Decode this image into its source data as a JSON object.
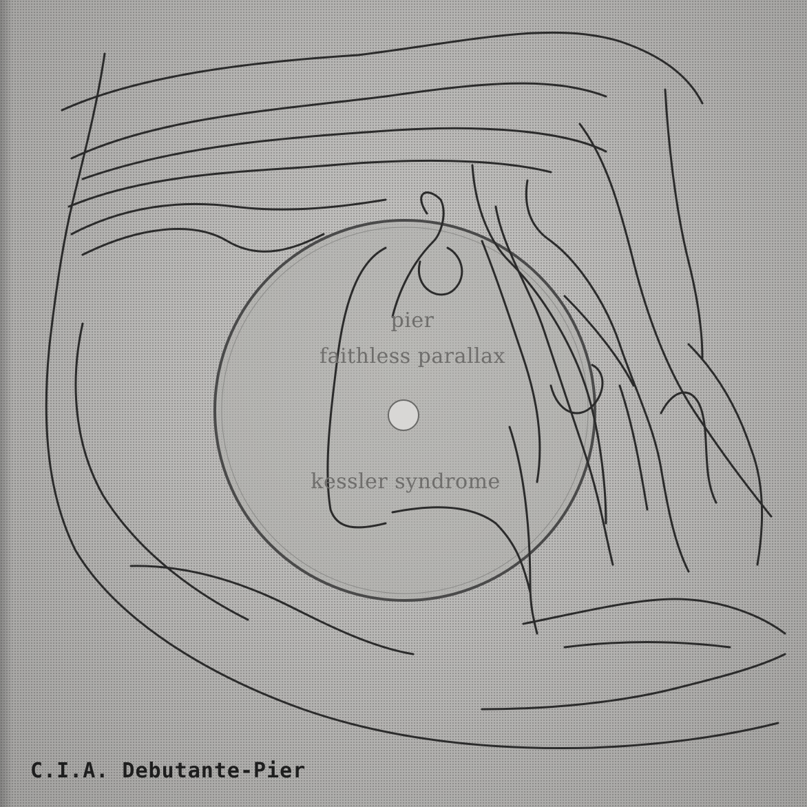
{
  "label": {
    "artist": "pier",
    "side_a_track": "faithless parallax",
    "side_b_track": "kessler syndrome"
  },
  "credit": "C.I.A. Debutante-Pier",
  "colors": {
    "background": "#b9b8b6",
    "line": "#2b2b2b",
    "label_text": "#6f6e6c",
    "disc_ring": "#4a4a4a"
  }
}
